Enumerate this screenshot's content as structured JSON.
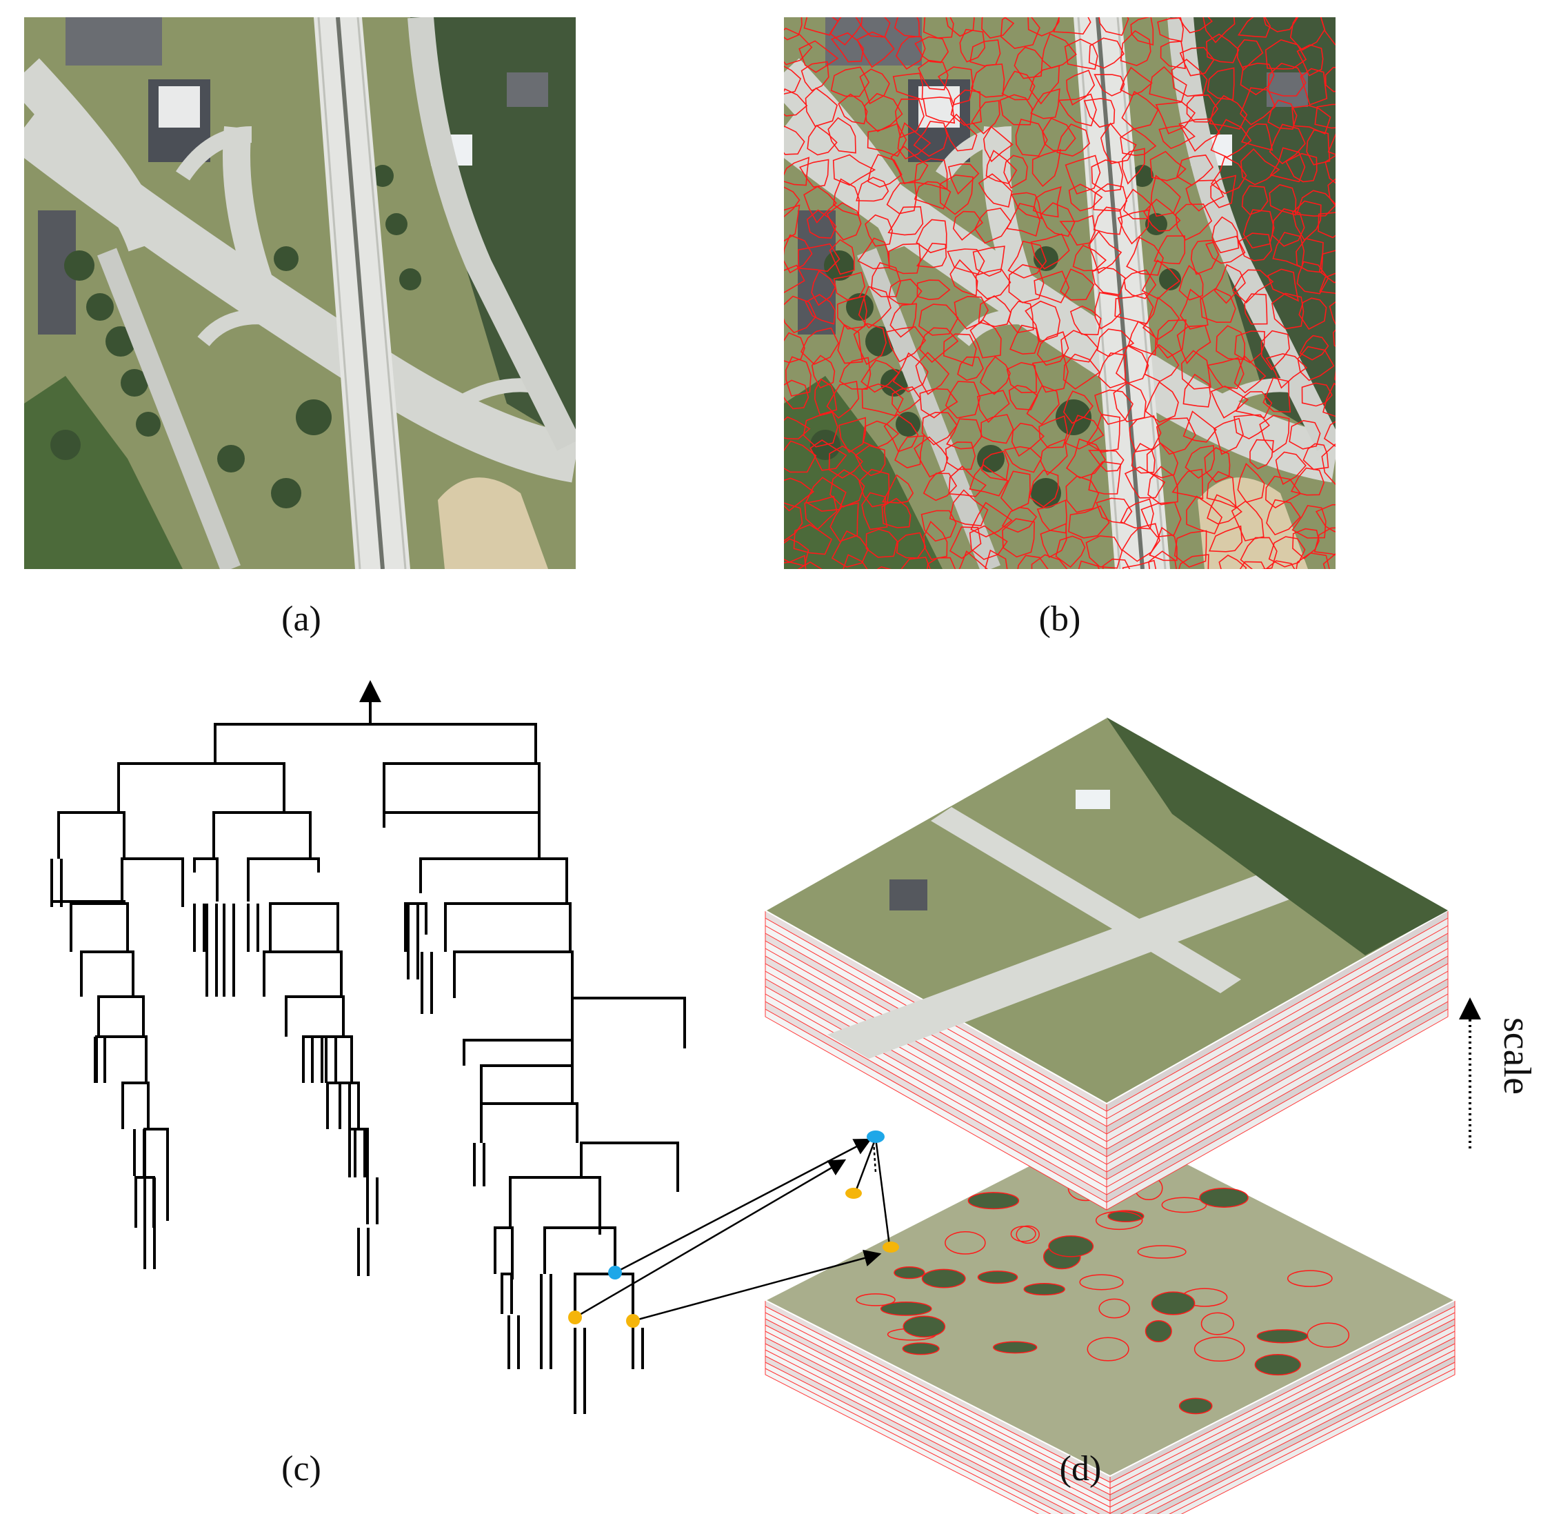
{
  "panels": [
    {
      "id": "a",
      "label": "(a)"
    },
    {
      "id": "b",
      "label": "(b)"
    },
    {
      "id": "c",
      "label": "(c)"
    },
    {
      "id": "d",
      "label": "(d)"
    }
  ],
  "scale_label": "scale",
  "colors": {
    "road": "#d6d8d3",
    "grass": "#7f8d5c",
    "tree": "#3e5735",
    "building": "#5f6269",
    "segment_boundary": "#ff1a1a",
    "tree_line": "#000000",
    "node_selected": "#1ea7e8",
    "node_children": "#f5b50a"
  }
}
